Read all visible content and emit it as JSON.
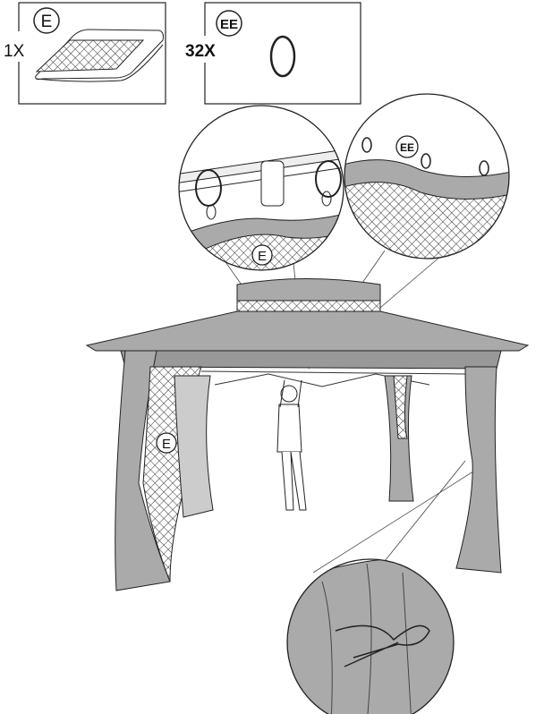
{
  "parts": [
    {
      "id_label": "E",
      "quantity": "1X",
      "icon": "mesh-netting-panel"
    },
    {
      "id_label": "EE",
      "quantity": "32X",
      "icon": "curtain-ring"
    }
  ],
  "detail_callouts": {
    "left_circle_label": "E",
    "right_circle_label": "EE",
    "gazebo_label": "E"
  },
  "colors": {
    "fabric": "#a9a9a9",
    "line": "#222222",
    "background": "#ffffff"
  }
}
